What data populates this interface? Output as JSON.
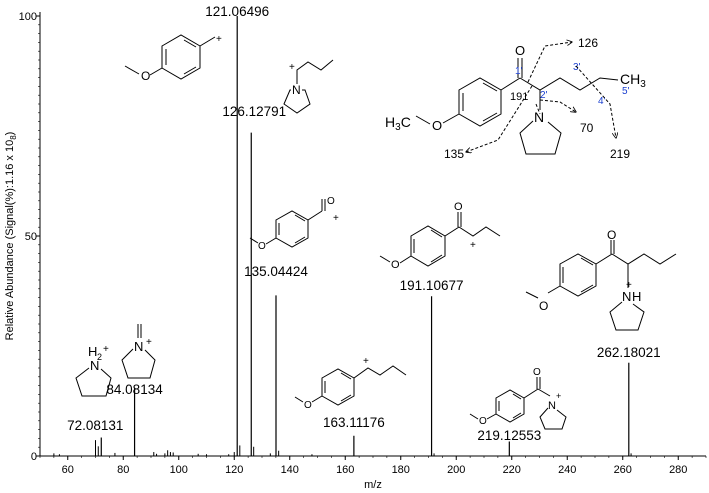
{
  "chart_data": {
    "type": "bar",
    "title": "",
    "xlabel": "m/z",
    "ylabel": "Relative Abundance (Signal(%):1.16 x 10",
    "ylabel_exp": "8",
    "ylabel_close": ")",
    "xlim": [
      50,
      290
    ],
    "ylim": [
      0,
      100
    ],
    "xticks": [
      60,
      80,
      100,
      120,
      140,
      160,
      180,
      200,
      220,
      240,
      260,
      280
    ],
    "yticks": [
      0,
      50,
      100
    ],
    "peaks": [
      {
        "mz": 121.06496,
        "intensity": 100,
        "label": "121.06496"
      },
      {
        "mz": 126.12791,
        "intensity": 73.5,
        "label": "126.12791"
      },
      {
        "mz": 135.04424,
        "intensity": 36.5,
        "label": "135.04424"
      },
      {
        "mz": 191.10677,
        "intensity": 36.3,
        "label": "191.10677"
      },
      {
        "mz": 262.18021,
        "intensity": 21.2,
        "label": "262.18021"
      },
      {
        "mz": 84.08134,
        "intensity": 15.5,
        "label": "84.08134"
      },
      {
        "mz": 72.08131,
        "intensity": 4.2,
        "label": "72.08131"
      },
      {
        "mz": 163.11176,
        "intensity": 4.6,
        "label": "163.11176"
      },
      {
        "mz": 219.12553,
        "intensity": 3.3,
        "label": "219.12553"
      }
    ],
    "minor_peaks": [
      {
        "mz": 70,
        "intensity": 3.6
      },
      {
        "mz": 71,
        "intensity": 2.2
      },
      {
        "mz": 55,
        "intensity": 0.6
      },
      {
        "mz": 57,
        "intensity": 0.4
      },
      {
        "mz": 77,
        "intensity": 0.7
      },
      {
        "mz": 91,
        "intensity": 0.9
      },
      {
        "mz": 92,
        "intensity": 0.5
      },
      {
        "mz": 95,
        "intensity": 0.6
      },
      {
        "mz": 96,
        "intensity": 1.3
      },
      {
        "mz": 97,
        "intensity": 0.9
      },
      {
        "mz": 98,
        "intensity": 0.8
      },
      {
        "mz": 107,
        "intensity": 0.5
      },
      {
        "mz": 110,
        "intensity": 0.4
      },
      {
        "mz": 118,
        "intensity": 0.4
      },
      {
        "mz": 120,
        "intensity": 0.9
      },
      {
        "mz": 122,
        "intensity": 2.4
      },
      {
        "mz": 127,
        "intensity": 2.1
      },
      {
        "mz": 133,
        "intensity": 0.6
      },
      {
        "mz": 136,
        "intensity": 1.2
      },
      {
        "mz": 148,
        "intensity": 0.4
      },
      {
        "mz": 192,
        "intensity": 0.6
      },
      {
        "mz": 263,
        "intensity": 0.6
      }
    ],
    "grid": false,
    "legend": "none"
  },
  "structure_text": {
    "ch3_c": "CH",
    "ch3_3": "3",
    "h3c_h": "H",
    "h3c_3": "3",
    "h3c_c": "C",
    "o": "O",
    "n": "N",
    "plus": "+",
    "h": "H",
    "h2": "H",
    "h2_sub": "2",
    "pos_1": "1'",
    "pos_2": "2'",
    "pos_3": "3'",
    "pos_4": "4'",
    "pos_5": "5'",
    "frag_126": "126",
    "frag_191": "191",
    "frag_70": "70",
    "frag_219": "219",
    "frag_135": "135"
  }
}
